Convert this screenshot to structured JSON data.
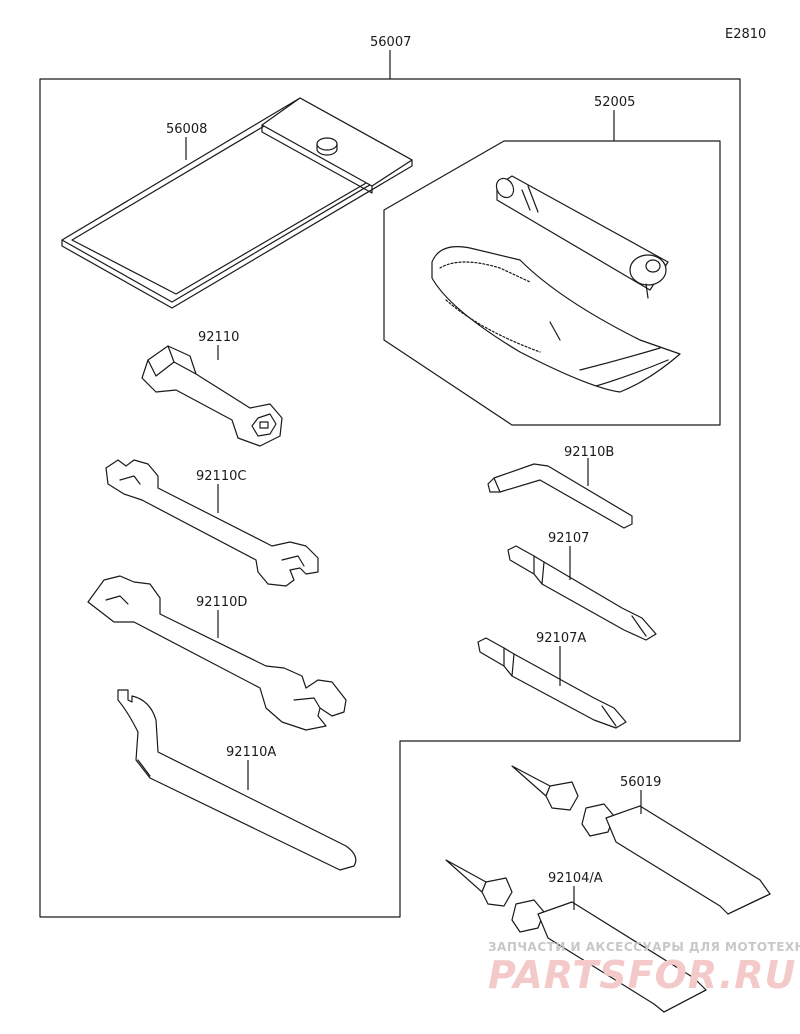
{
  "diagram_code": "E2810",
  "parts": {
    "p56007": "56007",
    "p56008": "56008",
    "p52005": "52005",
    "p92110": "92110",
    "p92110C": "92110C",
    "p92110D": "92110D",
    "p92110A": "92110A",
    "p92110B": "92110B",
    "p92107": "92107",
    "p92107A": "92107A",
    "p56019": "56019",
    "p92104A": "92104/A"
  },
  "watermark": {
    "subtitle": "ЗАПЧАСТИ И АКСЕССУАРЫ ДЛЯ МОТОТЕХНИКИ",
    "brand": "PARTSFOR.RU"
  }
}
